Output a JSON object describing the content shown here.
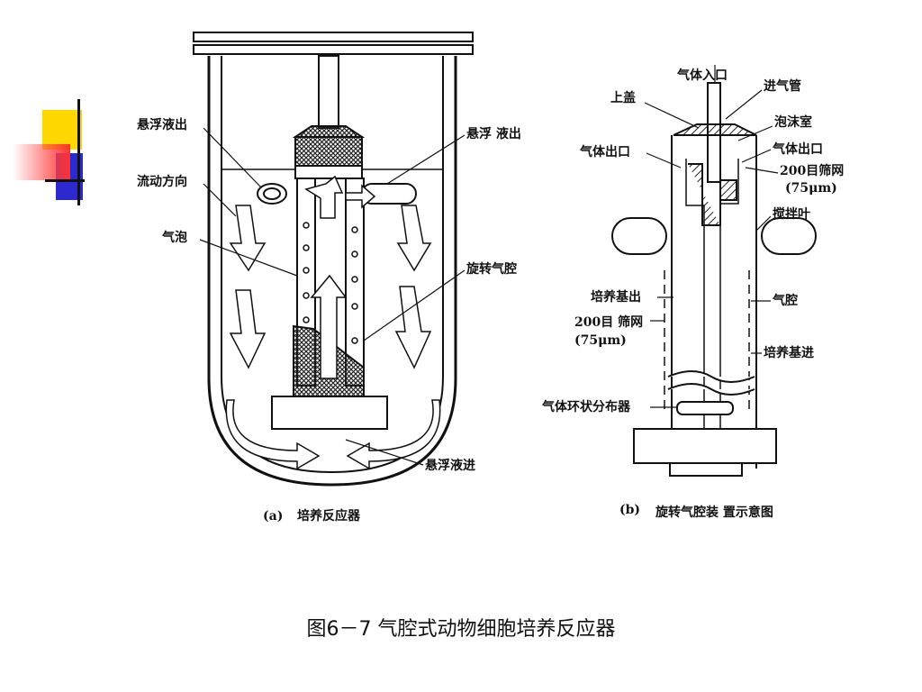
{
  "slide": {
    "caption": "图6－7  气腔式动物细胞培养反应器"
  },
  "colors": {
    "yellow": "#ffd700",
    "red": "#ff3030",
    "blue": "#2a2ad0",
    "ink": "#111111"
  },
  "figure_a": {
    "caption_prefix": "(a)",
    "caption_title": "培养反应器",
    "labels": {
      "suspension_out_left": "悬浮液出",
      "flow_direction": "流动方向",
      "bubble": "气泡",
      "suspension_out_right": "悬浮 液出",
      "rotating_cavity": "旋转气腔",
      "suspension_in": "悬浮液进"
    }
  },
  "figure_b": {
    "caption_prefix": "(b)",
    "caption_title": "旋转气腔装 置示意图",
    "labels": {
      "gas_inlet": "气体入口",
      "inlet_pipe": "进气管",
      "top_cover": "上盖",
      "foam_chamber": "泡沫室",
      "gas_outlet_left": "气体出口",
      "gas_outlet_right": "气体出口",
      "mesh_top_1": "200目筛网",
      "mesh_top_2": "(75μm)",
      "impeller": "搅拌叶",
      "medium_out": "培养基出",
      "cavity": "气腔",
      "mesh_left_1": "200目 筛网",
      "mesh_left_2": "(75μm)",
      "medium_in": "培养基进",
      "ring_distributor": "气体环状分布器"
    }
  }
}
